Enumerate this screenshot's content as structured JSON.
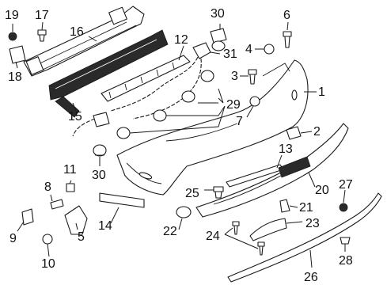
{
  "diagram": {
    "callouts": {
      "c1": "1",
      "c2": "2",
      "c3": "3",
      "c4": "4",
      "c5": "5",
      "c6": "6",
      "c7": "7",
      "c8": "8",
      "c9": "9",
      "c10": "10",
      "c11": "11",
      "c12": "12",
      "c13": "13",
      "c14": "14",
      "c15": "15",
      "c16": "16",
      "c17": "17",
      "c18": "18",
      "c19": "19",
      "c20": "20",
      "c21": "21",
      "c22": "22",
      "c23": "23",
      "c24": "24",
      "c25": "25",
      "c26": "26",
      "c27": "27",
      "c28": "28",
      "c29": "29",
      "c30a": "30",
      "c30b": "30",
      "c31": "31"
    }
  }
}
